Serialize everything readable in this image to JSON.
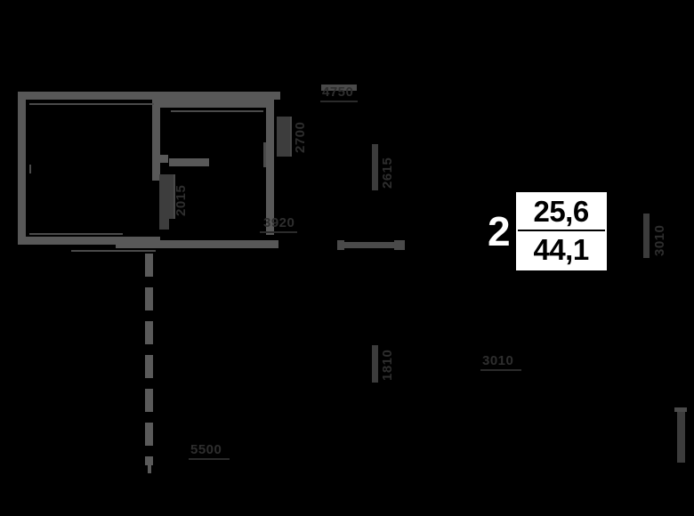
{
  "plan": {
    "rooms_count": "2",
    "area_living": "25,6",
    "area_total": "44,1"
  },
  "dimensions": {
    "top_outer": "4750",
    "right_upper_vertical": "2615",
    "mid_horizontal": "3920",
    "left_inner_vertical": "2015",
    "right_mid_vertical": "2700",
    "lower_vertical": "1810",
    "bottom_horizontal": "5500",
    "right_edge_vertical": "3010",
    "right_lower": "3010"
  },
  "icons": {
    "dashed_axis": "dashed-axis-line",
    "door_arc": "door-swing-icon",
    "window": "window-icon"
  },
  "colors": {
    "background": "#000000",
    "wall": "#585858",
    "wall_dark": "#3d3d3d",
    "card_bg": "#ffffff",
    "card_text": "#000000",
    "rooms_text": "#ffffff",
    "dim_text": "#2e2e2e"
  }
}
